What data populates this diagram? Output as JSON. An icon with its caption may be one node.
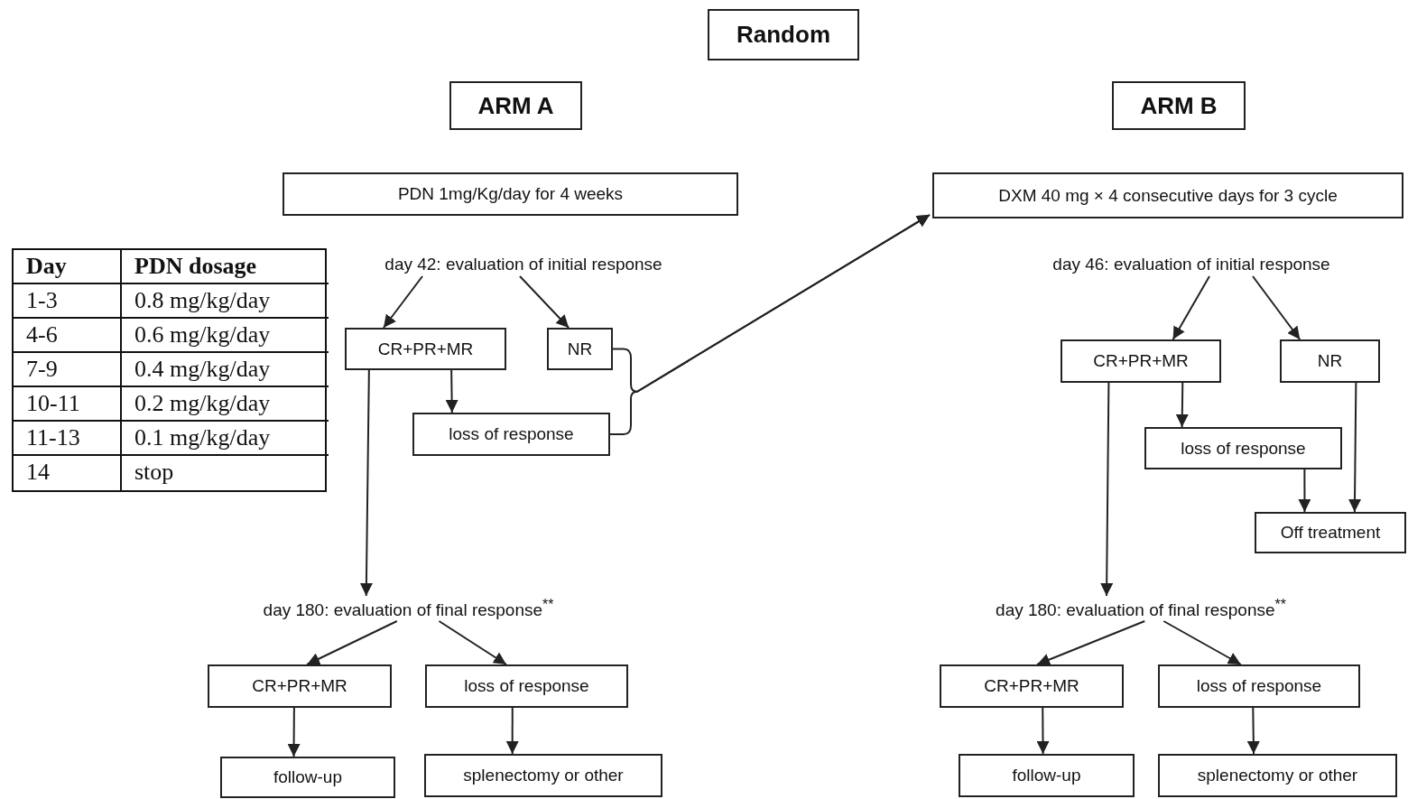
{
  "diagram": {
    "nodes": [
      {
        "text": [
          "Random"
        ]
      },
      {
        "text": [
          "ARM A"
        ]
      },
      {
        "text": [
          "ARM B"
        ]
      },
      {
        "text": [
          "PDN 1mg/Kg/day for 4 weeks"
        ]
      },
      {
        "text": [
          "DXM 40 mg × 4 consecutive days for 3 cycle"
        ]
      },
      {
        "text": [
          "day 42: evaluation of initial response"
        ]
      },
      {
        "text": [
          "CR+PR+MR"
        ]
      },
      {
        "text": [
          "NR"
        ]
      },
      {
        "text": [
          "loss of response"
        ]
      },
      {
        "text": [
          "day 46: evaluation of initial response"
        ]
      },
      {
        "text": [
          "CR+PR+MR"
        ]
      },
      {
        "text": [
          "NR"
        ]
      },
      {
        "text": [
          "loss of response"
        ]
      },
      {
        "text": [
          "Off treatment"
        ]
      },
      {
        "text": [
          "day 180: evaluation of final response$^{**}$"
        ]
      },
      {
        "text": [
          "CR+PR+MR"
        ]
      },
      {
        "text": [
          "loss of response"
        ]
      },
      {
        "text": [
          "follow-up"
        ]
      },
      {
        "text": [
          "splenectomy or other"
        ]
      },
      {
        "text": [
          "day 180: evaluation of final response$^{**}$"
        ]
      },
      {
        "text": [
          "CR+PR+MR"
        ]
      },
      {
        "text": [
          "loss of response"
        ]
      },
      {
        "text": [
          "follow-up"
        ]
      },
      {
        "text": [
          "splenectomy or other"
        ]
      }
    ],
    "edges": [
      {
        "from": 5,
        "to": 6,
        "arrow": "to"
      },
      {
        "from": 5,
        "to": 7,
        "arrow": "to"
      },
      {
        "from": 6,
        "to": 8,
        "arrow": "to"
      },
      {
        "from": 6,
        "to": 14,
        "arrow": "to"
      },
      {
        "from": 9,
        "to": 10,
        "arrow": "to"
      },
      {
        "from": 9,
        "to": 11,
        "arrow": "to"
      },
      {
        "from": 10,
        "to": 12,
        "arrow": "to"
      },
      {
        "from": 10,
        "to": 19,
        "arrow": "to"
      },
      {
        "from": 11,
        "to": 13,
        "arrow": "to"
      },
      {
        "from": 12,
        "to": 13,
        "arrow": "to"
      },
      {
        "from": 7,
        "to": 4,
        "arrow": "to"
      },
      {
        "from": 8,
        "to": 4,
        "arrow": "to"
      },
      {
        "from": 14,
        "to": 15,
        "arrow": "to"
      },
      {
        "from": 14,
        "to": 16,
        "arrow": "to"
      },
      {
        "from": 15,
        "to": 17,
        "arrow": "to"
      },
      {
        "from": 16,
        "to": 18,
        "arrow": "to"
      },
      {
        "from": 19,
        "to": 20,
        "arrow": "to"
      },
      {
        "from": 19,
        "to": 21,
        "arrow": "to"
      },
      {
        "from": 20,
        "to": 22,
        "arrow": "to"
      },
      {
        "from": 21,
        "to": 23,
        "arrow": "to"
      }
    ],
    "labels": [
      "Day",
      "PDN dosage",
      "1-3",
      "0.8 mg/kg/day",
      "4-6",
      "0.6 mg/kg/day",
      "7-9",
      "0.4 mg/kg/day",
      "10-11",
      "0.2 mg/kg/day",
      "11-13",
      "0.1 mg/kg/day",
      "14",
      "stop"
    ]
  }
}
